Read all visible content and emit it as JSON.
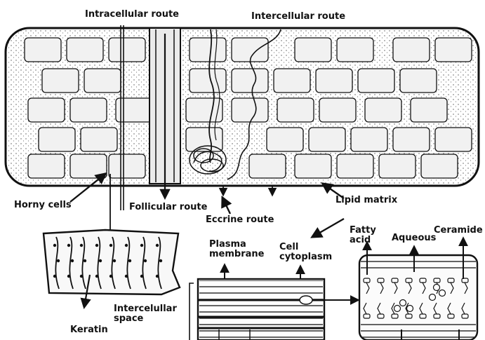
{
  "labels": {
    "intracellular_route": "Intracellular route",
    "intercellular_route": "Intercellular route",
    "horny_cells": "Horny cells",
    "follicular_route": "Follicular route",
    "eccrine_route": "Eccrine route",
    "lipid_matrix": "Lipid matrix",
    "keratin": "Keratin",
    "plasma_membrane": "Plasma membrane",
    "cell_cytoplasm": "Cell cytoplasm",
    "intercellular_space": "Intercelullar space",
    "fatty_acid": "Fatty acid",
    "aqueous": "Aqueous",
    "ceramide": "Ceramide"
  },
  "colors": {
    "line": "#111111",
    "block_fill": "#f1f1f1",
    "background": "#ffffff"
  }
}
